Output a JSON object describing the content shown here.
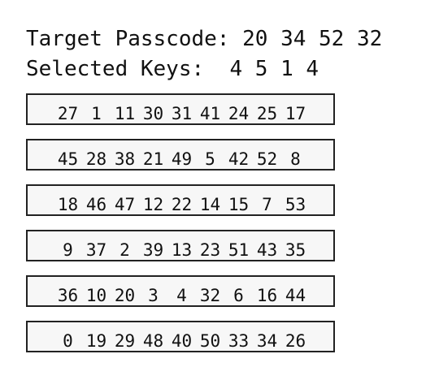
{
  "header": {
    "target_label": "Target Passcode:",
    "target_values": "20 34 52 32",
    "selected_label": "Selected Keys:",
    "selected_values": "4 5 1 4"
  },
  "keypad": {
    "rows": [
      [
        "27",
        "1",
        "11",
        "30",
        "31",
        "41",
        "24",
        "25",
        "17"
      ],
      [
        "45",
        "28",
        "38",
        "21",
        "49",
        "5",
        "42",
        "52",
        "8"
      ],
      [
        "18",
        "46",
        "47",
        "12",
        "22",
        "14",
        "15",
        "7",
        "53"
      ],
      [
        "9",
        "37",
        "2",
        "39",
        "13",
        "23",
        "51",
        "43",
        "35"
      ],
      [
        "36",
        "10",
        "20",
        "3",
        "4",
        "32",
        "6",
        "16",
        "44"
      ],
      [
        "0",
        "19",
        "29",
        "48",
        "40",
        "50",
        "33",
        "34",
        "26"
      ]
    ]
  }
}
